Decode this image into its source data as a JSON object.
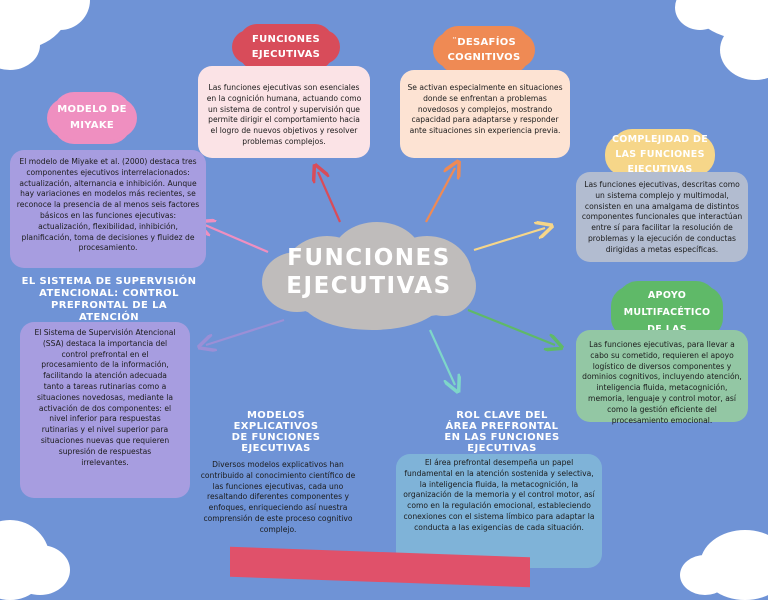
{
  "central": {
    "title": "FUNCIONES EJECUTIVAS"
  },
  "colors": {
    "background": "#6f93d6",
    "red": "#d84c5a",
    "orange": "#ef8a54",
    "pink": "#ef8fc0",
    "yellow": "#f6d689",
    "green": "#5fb968",
    "cloud": "#bfbcbb"
  },
  "nodes": {
    "funciones": {
      "title": "FUNCIONES EJECUTIVAS",
      "text": "Las funciones ejecutivas son esenciales en la cognición humana, actuando como un sistema de control y supervisión que permite dirigir el comportamiento hacia el logro de nuevos objetivos y resolver problemas complejos."
    },
    "desafios": {
      "title": "¨DESAFÍOS COGNITIVOS",
      "text": "Se activan especialmente en situaciones donde se enfrentan a problemas novedosos y complejos, mostrando capacidad para adaptarse y responder ante situaciones sin experiencia previa."
    },
    "miyake": {
      "title": "MODELO DE MIYAKE",
      "text": "El modelo de Miyake et al. (2000) destaca tres componentes ejecutivos interrelacionados: actualización, alternancia e inhibición. Aunque hay variaciones en modelos más recientes, se reconoce la presencia de al menos seis factores básicos en las funciones ejecutivas: actualización, flexibilidad, inhibición, planificación, toma de decisiones y fluidez de procesamiento."
    },
    "complejidad": {
      "title": "COMPLEJIDAD DE LAS FUNCIONES EJECUTIVAS",
      "text": "Las funciones ejecutivas, descritas como un sistema complejo y multimodal, consisten en una amalgama de distintos componentes funcionales que interactúan entre sí para facilitar la resolución de problemas y la ejecución de conductas dirigidas a metas específicas."
    },
    "sistema": {
      "title": "EL SISTEMA DE SUPERVISIÓN ATENCIONAL: CONTROL PREFRONTAL DE LA ATENCIÓN",
      "text": "El Sistema de Supervisión Atencional (SSA) destaca la importancia del control prefrontal en el procesamiento de la información, facilitando la atención adecuada tanto a tareas rutinarias como a situaciones novedosas, mediante la activación de dos componentes: el nivel inferior para respuestas rutinarias y el nivel superior para situaciones nuevas que requieren supresión de respuestas irrelevantes."
    },
    "apoyo": {
      "title": "APOYO MULTIFACÉTICO DE LAS FUNCIONES EJECUTIVAS",
      "text": "Las funciones ejecutivas, para llevar a cabo su cometido, requieren el apoyo logístico de diversos componentes y dominios cognitivos, incluyendo atención, inteligencia fluida, metacognición, memoria, lenguaje y control motor, así como la gestión eficiente del procesamiento emocional."
    },
    "modelos": {
      "title": "MODELOS EXPLICATIVOS DE FUNCIONES EJECUTIVAS",
      "text": "Diversos modelos explicativos han contribuido al conocimiento científico de las funciones ejecutivas, cada uno resaltando diferentes componentes y enfoques, enriqueciendo así nuestra comprensión de este proceso cognitivo complejo."
    },
    "rol": {
      "title": "ROL CLAVE DEL ÁREA PREFRONTAL EN LAS FUNCIONES EJECUTIVAS",
      "text": "El área prefrontal desempeña un papel fundamental en la atención sostenida y selectiva, la inteligencia fluida, la metacognición, la organización de la memoria y el control motor, así como en la regulación emocional, estableciendo conexiones con el sistema límbico para adaptar la conducta a las exigencias de cada situación."
    }
  }
}
